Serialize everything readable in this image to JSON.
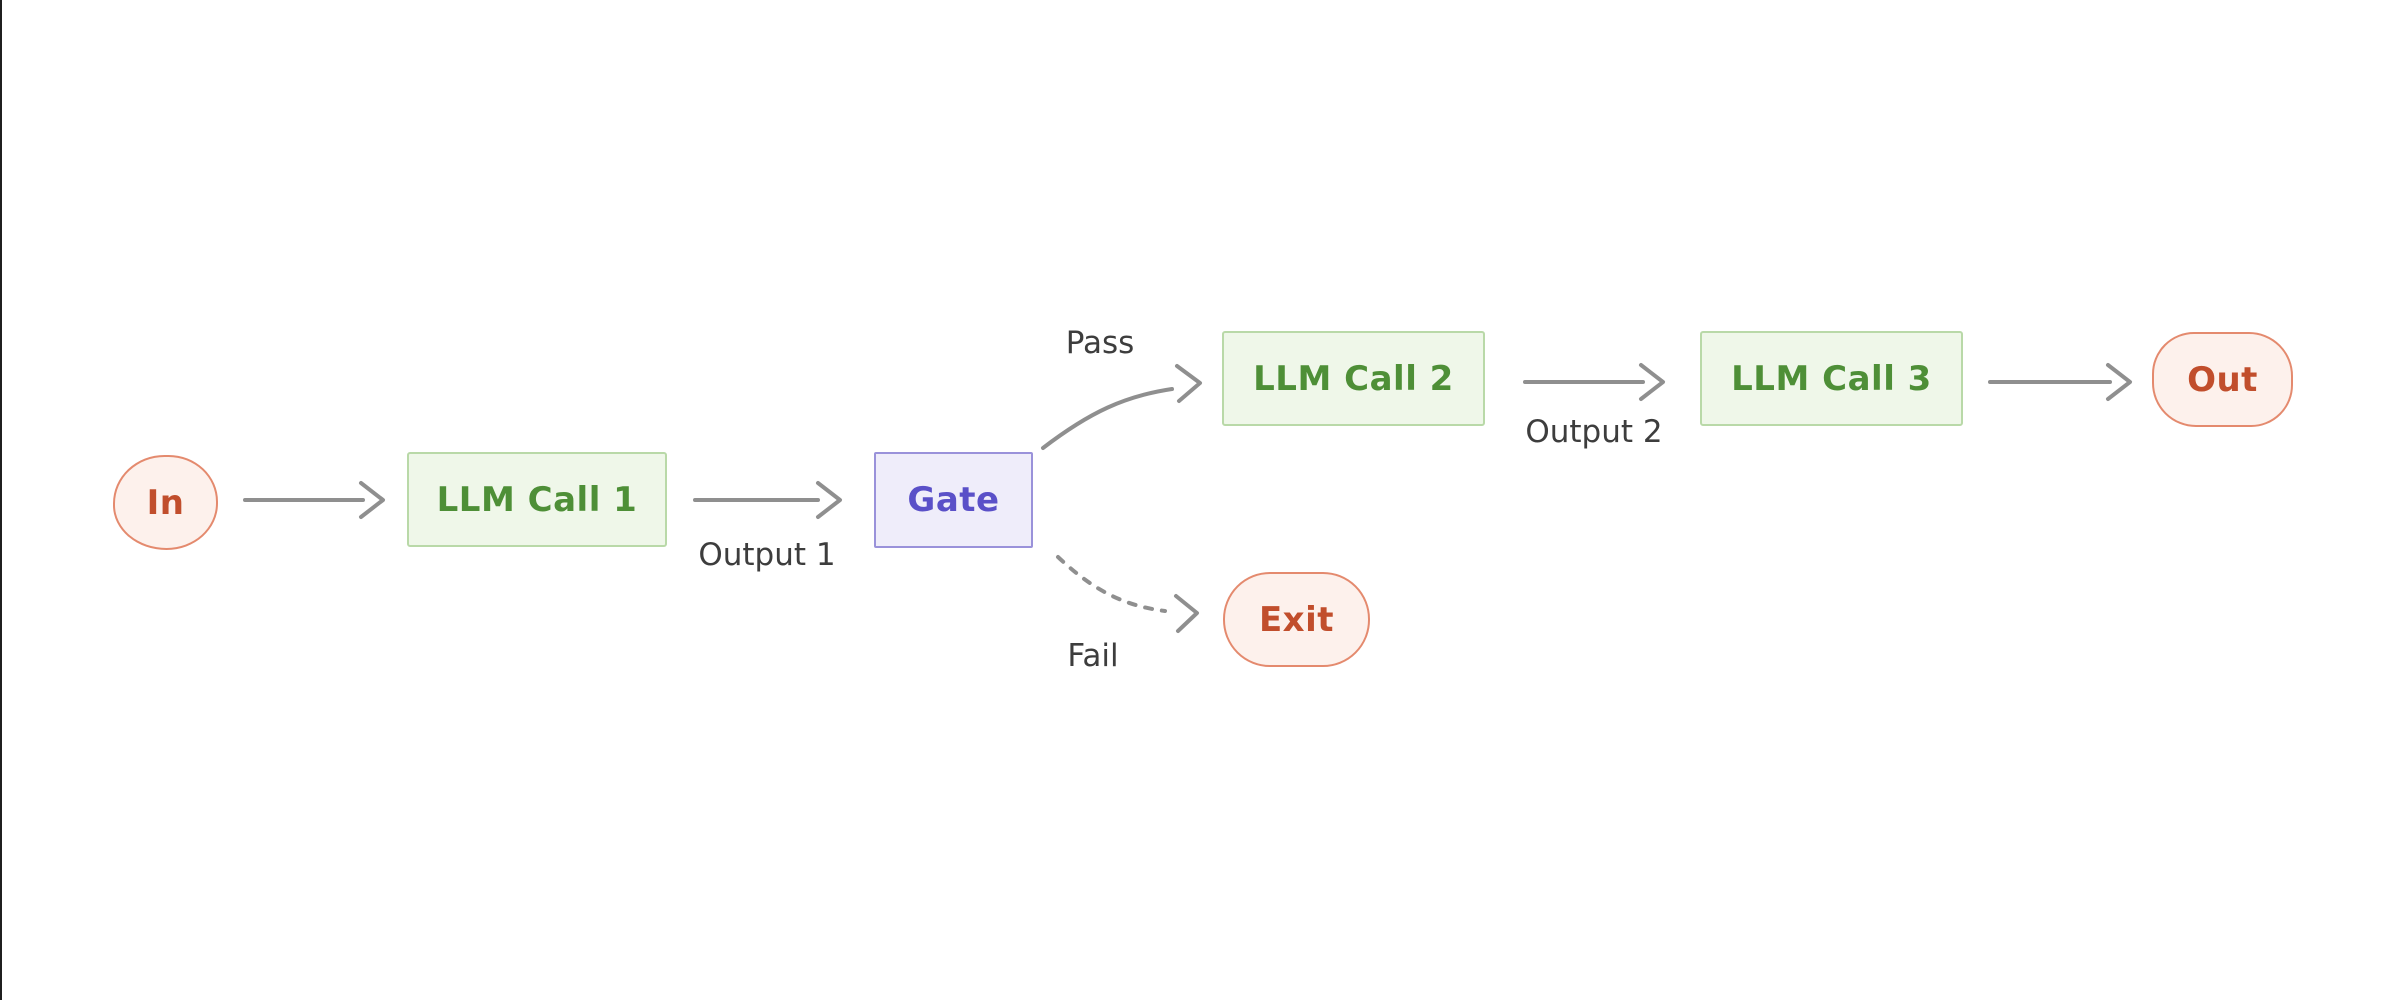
{
  "diagram": {
    "type": "flowchart",
    "description": "Prompt chaining workflow with gate check",
    "nodes": {
      "in": {
        "label": "In",
        "kind": "terminal"
      },
      "llm_call_1": {
        "label": "LLM Call 1",
        "kind": "process"
      },
      "gate": {
        "label": "Gate",
        "kind": "decision"
      },
      "llm_call_2": {
        "label": "LLM Call 2",
        "kind": "process"
      },
      "llm_call_3": {
        "label": "LLM Call 3",
        "kind": "process"
      },
      "out": {
        "label": "Out",
        "kind": "terminal"
      },
      "exit": {
        "label": "Exit",
        "kind": "terminal"
      }
    },
    "edge_labels": {
      "output_1": "Output 1",
      "output_2": "Output 2",
      "pass": "Pass",
      "fail": "Fail"
    },
    "edges": [
      {
        "from": "in",
        "to": "llm_call_1",
        "label": "",
        "style": "solid"
      },
      {
        "from": "llm_call_1",
        "to": "gate",
        "label": "Output 1",
        "style": "solid"
      },
      {
        "from": "gate",
        "to": "llm_call_2",
        "label": "Pass",
        "style": "solid-curve"
      },
      {
        "from": "gate",
        "to": "exit",
        "label": "Fail",
        "style": "dashed-curve"
      },
      {
        "from": "llm_call_2",
        "to": "llm_call_3",
        "label": "Output 2",
        "style": "solid"
      },
      {
        "from": "llm_call_3",
        "to": "out",
        "label": "",
        "style": "solid"
      }
    ],
    "colors": {
      "terminal_border": "#e48a6e",
      "terminal_fill": "#fdf1ec",
      "terminal_text": "#c14e2c",
      "process_border": "#b9d9a8",
      "process_fill": "#eff7e9",
      "process_text": "#4e8f37",
      "decision_border": "#9a92da",
      "decision_fill": "#efedfa",
      "decision_text": "#5a50c8",
      "arrow": "#8f8f8f",
      "edge_label_text": "#3d3d3d",
      "left_edge_line": "#1f1f1f",
      "background": "#ffffff"
    }
  }
}
